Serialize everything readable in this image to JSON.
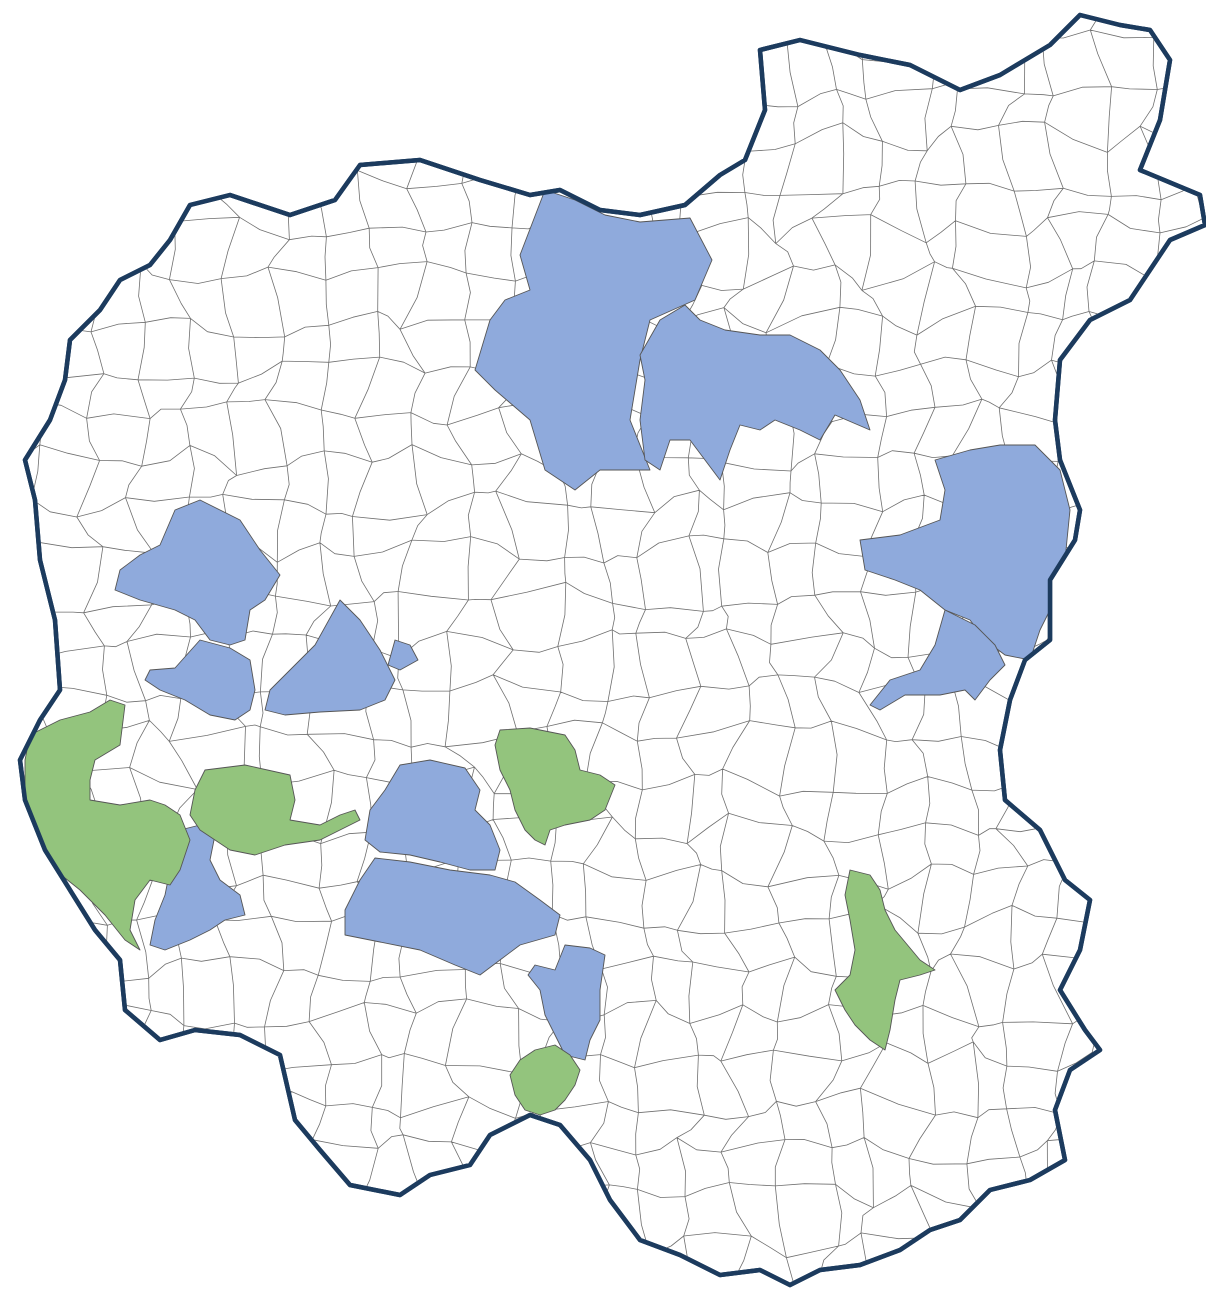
{
  "map": {
    "background_color": "#ffffff",
    "outline_color": "#1c3b5e",
    "boundary_line_color": "#6f6f6f",
    "categories": [
      {
        "key": "blue",
        "color": "#8faadc"
      },
      {
        "key": "green",
        "color": "#93c47d"
      }
    ],
    "highlighted_districts": [
      {
        "id": "north-central",
        "category": "blue"
      },
      {
        "id": "north-east-branch",
        "category": "blue"
      },
      {
        "id": "east",
        "category": "blue"
      },
      {
        "id": "east-south",
        "category": "blue"
      },
      {
        "id": "west-a",
        "category": "blue"
      },
      {
        "id": "west-b",
        "category": "blue"
      },
      {
        "id": "west-c",
        "category": "blue"
      },
      {
        "id": "west-d",
        "category": "blue"
      },
      {
        "id": "central-upper",
        "category": "blue"
      },
      {
        "id": "central-lower",
        "category": "blue"
      },
      {
        "id": "south-central",
        "category": "blue"
      },
      {
        "id": "southwest-lower",
        "category": "blue"
      },
      {
        "id": "far-west",
        "category": "green"
      },
      {
        "id": "west-mid",
        "category": "green"
      },
      {
        "id": "center-north",
        "category": "green"
      },
      {
        "id": "southeast",
        "category": "green"
      },
      {
        "id": "south",
        "category": "green"
      }
    ]
  }
}
